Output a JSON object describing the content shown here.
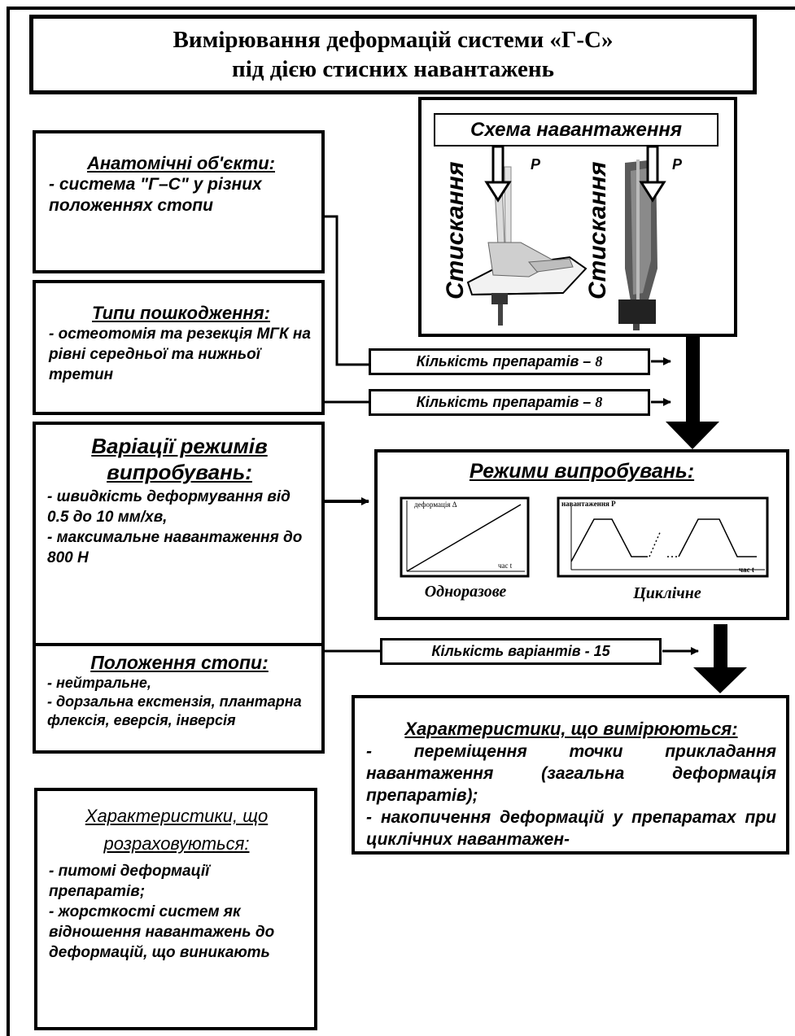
{
  "title": {
    "line1": "Вимірювання деформацій системи «Г-С»",
    "line2": "під дією стисних навантажень"
  },
  "anatomy": {
    "heading": "Анатомічні об'єкти:",
    "body": "- система \"Г–С\" у різних положеннях стопи"
  },
  "damage": {
    "heading": "Типи пошкодження:",
    "body": "- остеотомія та резекція МГК на рівні середньої та нижньої третин"
  },
  "variations": {
    "heading": "Варіації режимів випробувань:",
    "item1": "- швидкість деформування від 0.5 до 10 мм/хв,",
    "item2": "- максимальне навантаження до 800 Н"
  },
  "foot_position": {
    "heading": "Положення стопи:",
    "item1": "- нейтральне,",
    "item2": "- дорзальна екстензія, плантарна флексія, еверсія, інверсія"
  },
  "calculated": {
    "heading": "Характеристики, що розраховуються:",
    "item1": "- питомі деформації препаратів;",
    "item2": "- жорсткості систем як відношення навантажень до деформацій, що виникають"
  },
  "scheme": {
    "title": "Схема навантаження",
    "side_label_1": "Стискання",
    "side_label_2": "Стискання",
    "force_1": "P",
    "force_2": "P"
  },
  "counts": {
    "preparations_1_text": "Кількість препаратів  –",
    "preparations_1_num": "8",
    "preparations_2_text": "Кількість препаратів  –",
    "preparations_2_num": "8",
    "variants": "Кількість варіантів - 15"
  },
  "modes": {
    "heading": "Режими випробувань:",
    "single_label": "Одноразове",
    "cyclic_label": "Циклічне",
    "single_y_axis": "деформація Δ",
    "single_x_axis": "час t",
    "cyclic_y_axis": "навантаження P",
    "cyclic_x_axis": "час  t"
  },
  "measured": {
    "heading": "Характеристики, що вимірюються:",
    "item1": "- переміщення точки прикладання навантаження (загальна деформація препаратів);",
    "item2": "- накопичення деформацій у препаратах при циклічних навантажен-"
  }
}
